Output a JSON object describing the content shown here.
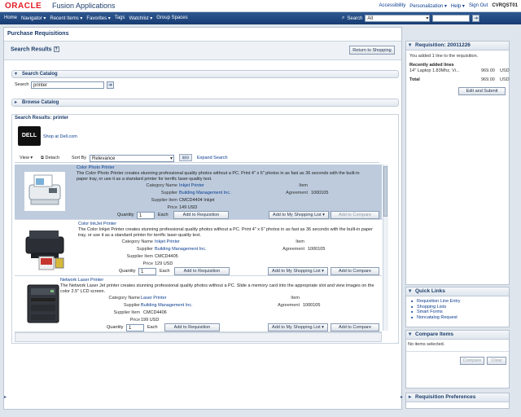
{
  "header": {
    "logo": "ORACLE",
    "app_name": "Fusion Applications",
    "links": [
      "Accessibility",
      "Personalization ▾",
      "Help ▾",
      "Sign Out",
      "CVRQST01"
    ]
  },
  "nav": {
    "items": [
      "Home",
      "Navigator ▾",
      "Recent Items ▾",
      "Favorites ▾",
      "Tags",
      "Watchlist ▾",
      "Group Spaces"
    ],
    "search_label": "Search",
    "search_scope": "All"
  },
  "page": {
    "title": "Purchase Requisitions",
    "search_results_title": "Search Results",
    "return_button": "Return to Shopping",
    "search_catalog": {
      "title": "Search Catalog",
      "label": "Search",
      "value": "printer"
    },
    "browse_catalog": {
      "title": "Browse Catalog"
    },
    "results_header": "Search Results: printer",
    "shop_link": "Shop at Dell.com",
    "toolbar": {
      "view": "View ▾",
      "detach": "Detach",
      "sort_by": "Sort By",
      "sort_value": "Relevance",
      "expand": "Expand Search"
    },
    "items": [
      {
        "title": "Color Photo Printer",
        "desc": "The Color Photo Printer creates stunning professional quality photos without a PC. Print 4\" x 6\" photos in as fast as 36 seconds with the built-in paper tray, or use it as a standard printer for terrific laser-quality text.",
        "category_label": "Category Name",
        "category": "Inkjet Printer",
        "supplier_label": "Supplier",
        "supplier": "Building Management Inc.",
        "supplier_item_label": "Supplier Item",
        "supplier_item": "CMCD4404 Inkjet",
        "price_label": "Price",
        "price": "149 USD",
        "item_label": "Item",
        "agreement_label": "Agreement",
        "agreement": "1000105",
        "qty_label": "Quantity",
        "qty": "1",
        "uom": "Each",
        "add_req": "Add to Requisition",
        "add_list": "Add to My Shopping List ▾",
        "compare": "Add to Compare"
      },
      {
        "title": "Color InkJet Printer",
        "desc": "The Color Inkjet Printer creates stunning professional quality photos without a PC. Print 4\" x 6\" photos in as fast as 36 seconds with the built-in paper tray, or use it as a standard printer for terrific laser-quality text.",
        "category_label": "Category Name",
        "category": "Inkjet Printer",
        "supplier_label": "Supplier",
        "supplier": "Building Management Inc.",
        "supplier_item_label": "Supplier Item",
        "supplier_item": "CMCD4405",
        "price_label": "Price",
        "price": "129 USD",
        "item_label": "Item",
        "agreement_label": "Agreement",
        "agreement": "1000105",
        "qty_label": "Quantity",
        "qty": "1",
        "uom": "Each",
        "add_req": "Add to Requisition",
        "add_list": "Add to My Shopping List ▾",
        "compare": "Add to Compare"
      },
      {
        "title": "Network Laser Printer",
        "desc": "The Network Laser Jet printer creates stunning professional quality photos without a PC. Slide a memory card into the appropriate slot and view images on the color 2.5\" LCD screen.",
        "category_label": "Category Name",
        "category": "Laser Printer",
        "supplier_label": "Supplier",
        "supplier": "Building Management Inc.",
        "supplier_item_label": "Supplier Item",
        "supplier_item": "CMCD4406",
        "price_label": "Price",
        "price": "199 USD",
        "item_label": "Item",
        "agreement_label": "Agreement",
        "agreement": "1000105",
        "qty_label": "Quantity",
        "qty": "1",
        "uom": "Each",
        "add_req": "Add to Requisition",
        "add_list": "Add to My Shopping List ▾",
        "compare": "Add to Compare"
      }
    ]
  },
  "right": {
    "requisition": {
      "title": "Requisition: 20011226",
      "message": "You added 1 line to the requisition.",
      "recent_label": "Recently added lines",
      "line_desc": "14\" Laptop 1.83Mhz, Vi...",
      "line_amount": "969.00",
      "line_currency": "USD",
      "total_label": "Total",
      "total_amount": "969.00",
      "total_currency": "USD",
      "edit_submit": "Edit and Submit"
    },
    "quick_links": {
      "title": "Quick Links",
      "items": [
        "Requisition Line Entry",
        "Shopping Lists",
        "Smart Forms",
        "Noncatalog Request"
      ]
    },
    "compare": {
      "title": "Compare Items",
      "empty": "No items selected.",
      "compare_btn": "Compare",
      "clear_btn": "Clear"
    },
    "preferences": {
      "title": "Requisition Preferences"
    }
  }
}
